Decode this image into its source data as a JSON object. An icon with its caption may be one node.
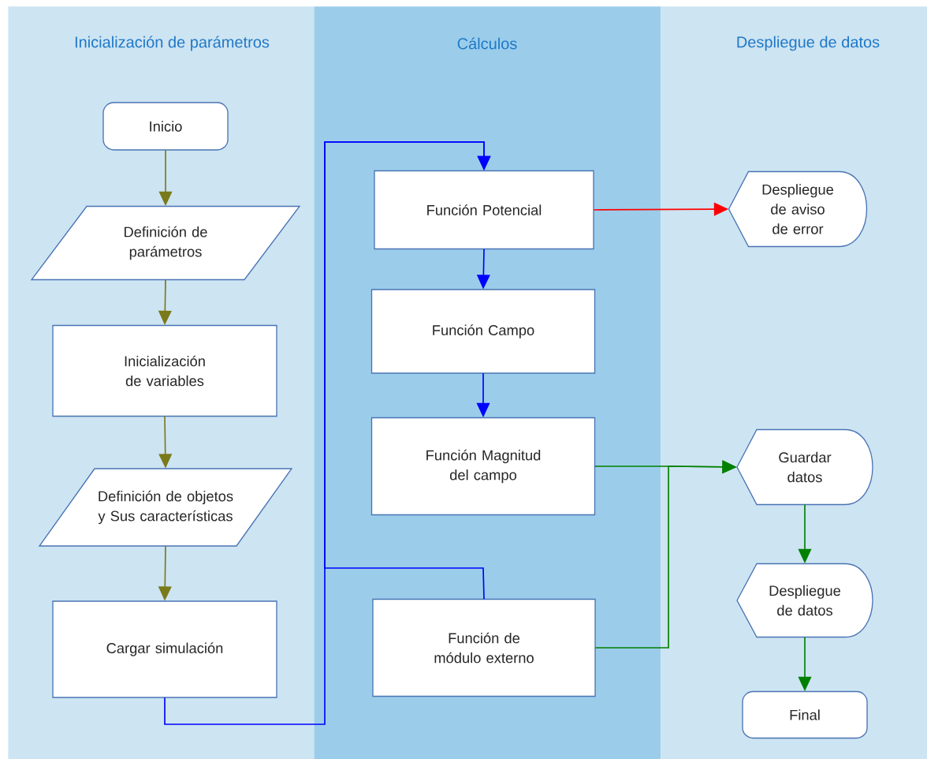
{
  "diagram": {
    "nodes": [
      {
        "text": [
          "Inicialización de parámetros"
        ]
      },
      {
        "text": [
          "Inicio"
        ],
        "in": 0
      },
      {
        "text": [
          "Definición de parámetros"
        ],
        "in": 0
      },
      {
        "text": [
          "Inicialización de variables"
        ],
        "in": 0
      },
      {
        "text": [
          "Definición de objetos y Sus características"
        ],
        "in": 0
      },
      {
        "text": [
          "Cargar simulación"
        ],
        "in": 0
      },
      {
        "text": [
          "Cálculos"
        ]
      },
      {
        "text": [
          "Función Potencial"
        ],
        "in": 6
      },
      {
        "text": [
          "Función Campo"
        ],
        "in": 6
      },
      {
        "text": [
          "Función Magnitud del campo"
        ],
        "in": 6
      },
      {
        "text": [
          "Función de módulo externo"
        ],
        "in": 6
      },
      {
        "text": [
          "Despliegue de datos"
        ]
      },
      {
        "text": [
          "Despliegue de aviso de error"
        ],
        "in": 11
      },
      {
        "text": [
          "Guardar datos"
        ],
        "in": 11
      },
      {
        "text": [
          "Despliegue de datos"
        ],
        "in": 11
      },
      {
        "text": [
          "Final"
        ],
        "in": 11
      }
    ],
    "edges": [
      {
        "from": 1,
        "to": 2,
        "arrow": "to",
        "color": "#7a7a1a"
      },
      {
        "from": 2,
        "to": 3,
        "arrow": "to",
        "color": "#7a7a1a"
      },
      {
        "from": 3,
        "to": 4,
        "arrow": "to",
        "color": "#7a7a1a"
      },
      {
        "from": 4,
        "to": 5,
        "arrow": "to",
        "color": "#7a7a1a"
      },
      {
        "from": 5,
        "to": 7,
        "arrow": "to",
        "color": "#0000ff"
      },
      {
        "from": 10,
        "to": 7,
        "arrow": "to",
        "color": "#0000ff"
      },
      {
        "from": 7,
        "to": 8,
        "arrow": "to",
        "color": "#0000ff"
      },
      {
        "from": 8,
        "to": 9,
        "arrow": "to",
        "color": "#0000ff"
      },
      {
        "from": 7,
        "to": 12,
        "arrow": "to",
        "color": "#ff0000"
      },
      {
        "from": 9,
        "to": 13,
        "arrow": "to",
        "color": "#008000"
      },
      {
        "from": 10,
        "to": 13,
        "arrow": "to",
        "color": "#008000"
      },
      {
        "from": 13,
        "to": 14,
        "arrow": "to",
        "color": "#008000"
      },
      {
        "from": 14,
        "to": 15,
        "arrow": "to",
        "color": "#008000"
      }
    ]
  }
}
